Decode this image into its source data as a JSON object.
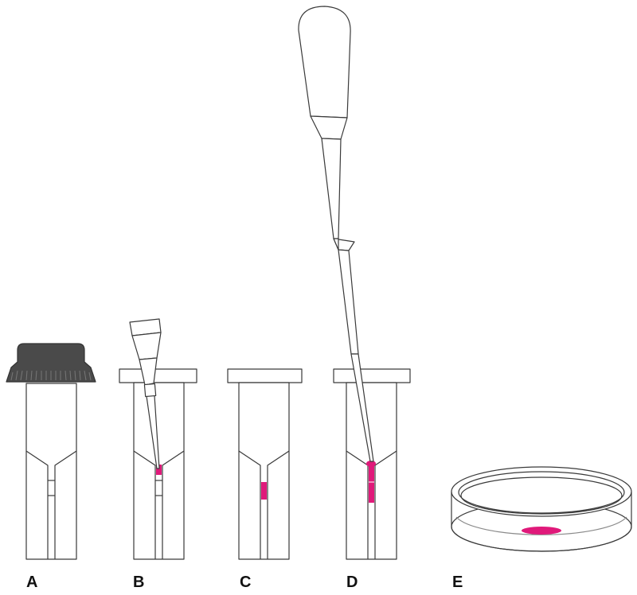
{
  "labels": {
    "a": "A",
    "b": "B",
    "c": "C",
    "d": "D",
    "e": "E"
  },
  "colors": {
    "stroke": "#3a3a3a",
    "cap": "#4a4a4a",
    "magenta": "#e0197a",
    "background": "#ffffff"
  },
  "icons": [
    "screw-cap",
    "centrifuge-tube",
    "micropipette-tip",
    "transfer-pipette",
    "petri-dish",
    "sample-drop"
  ]
}
